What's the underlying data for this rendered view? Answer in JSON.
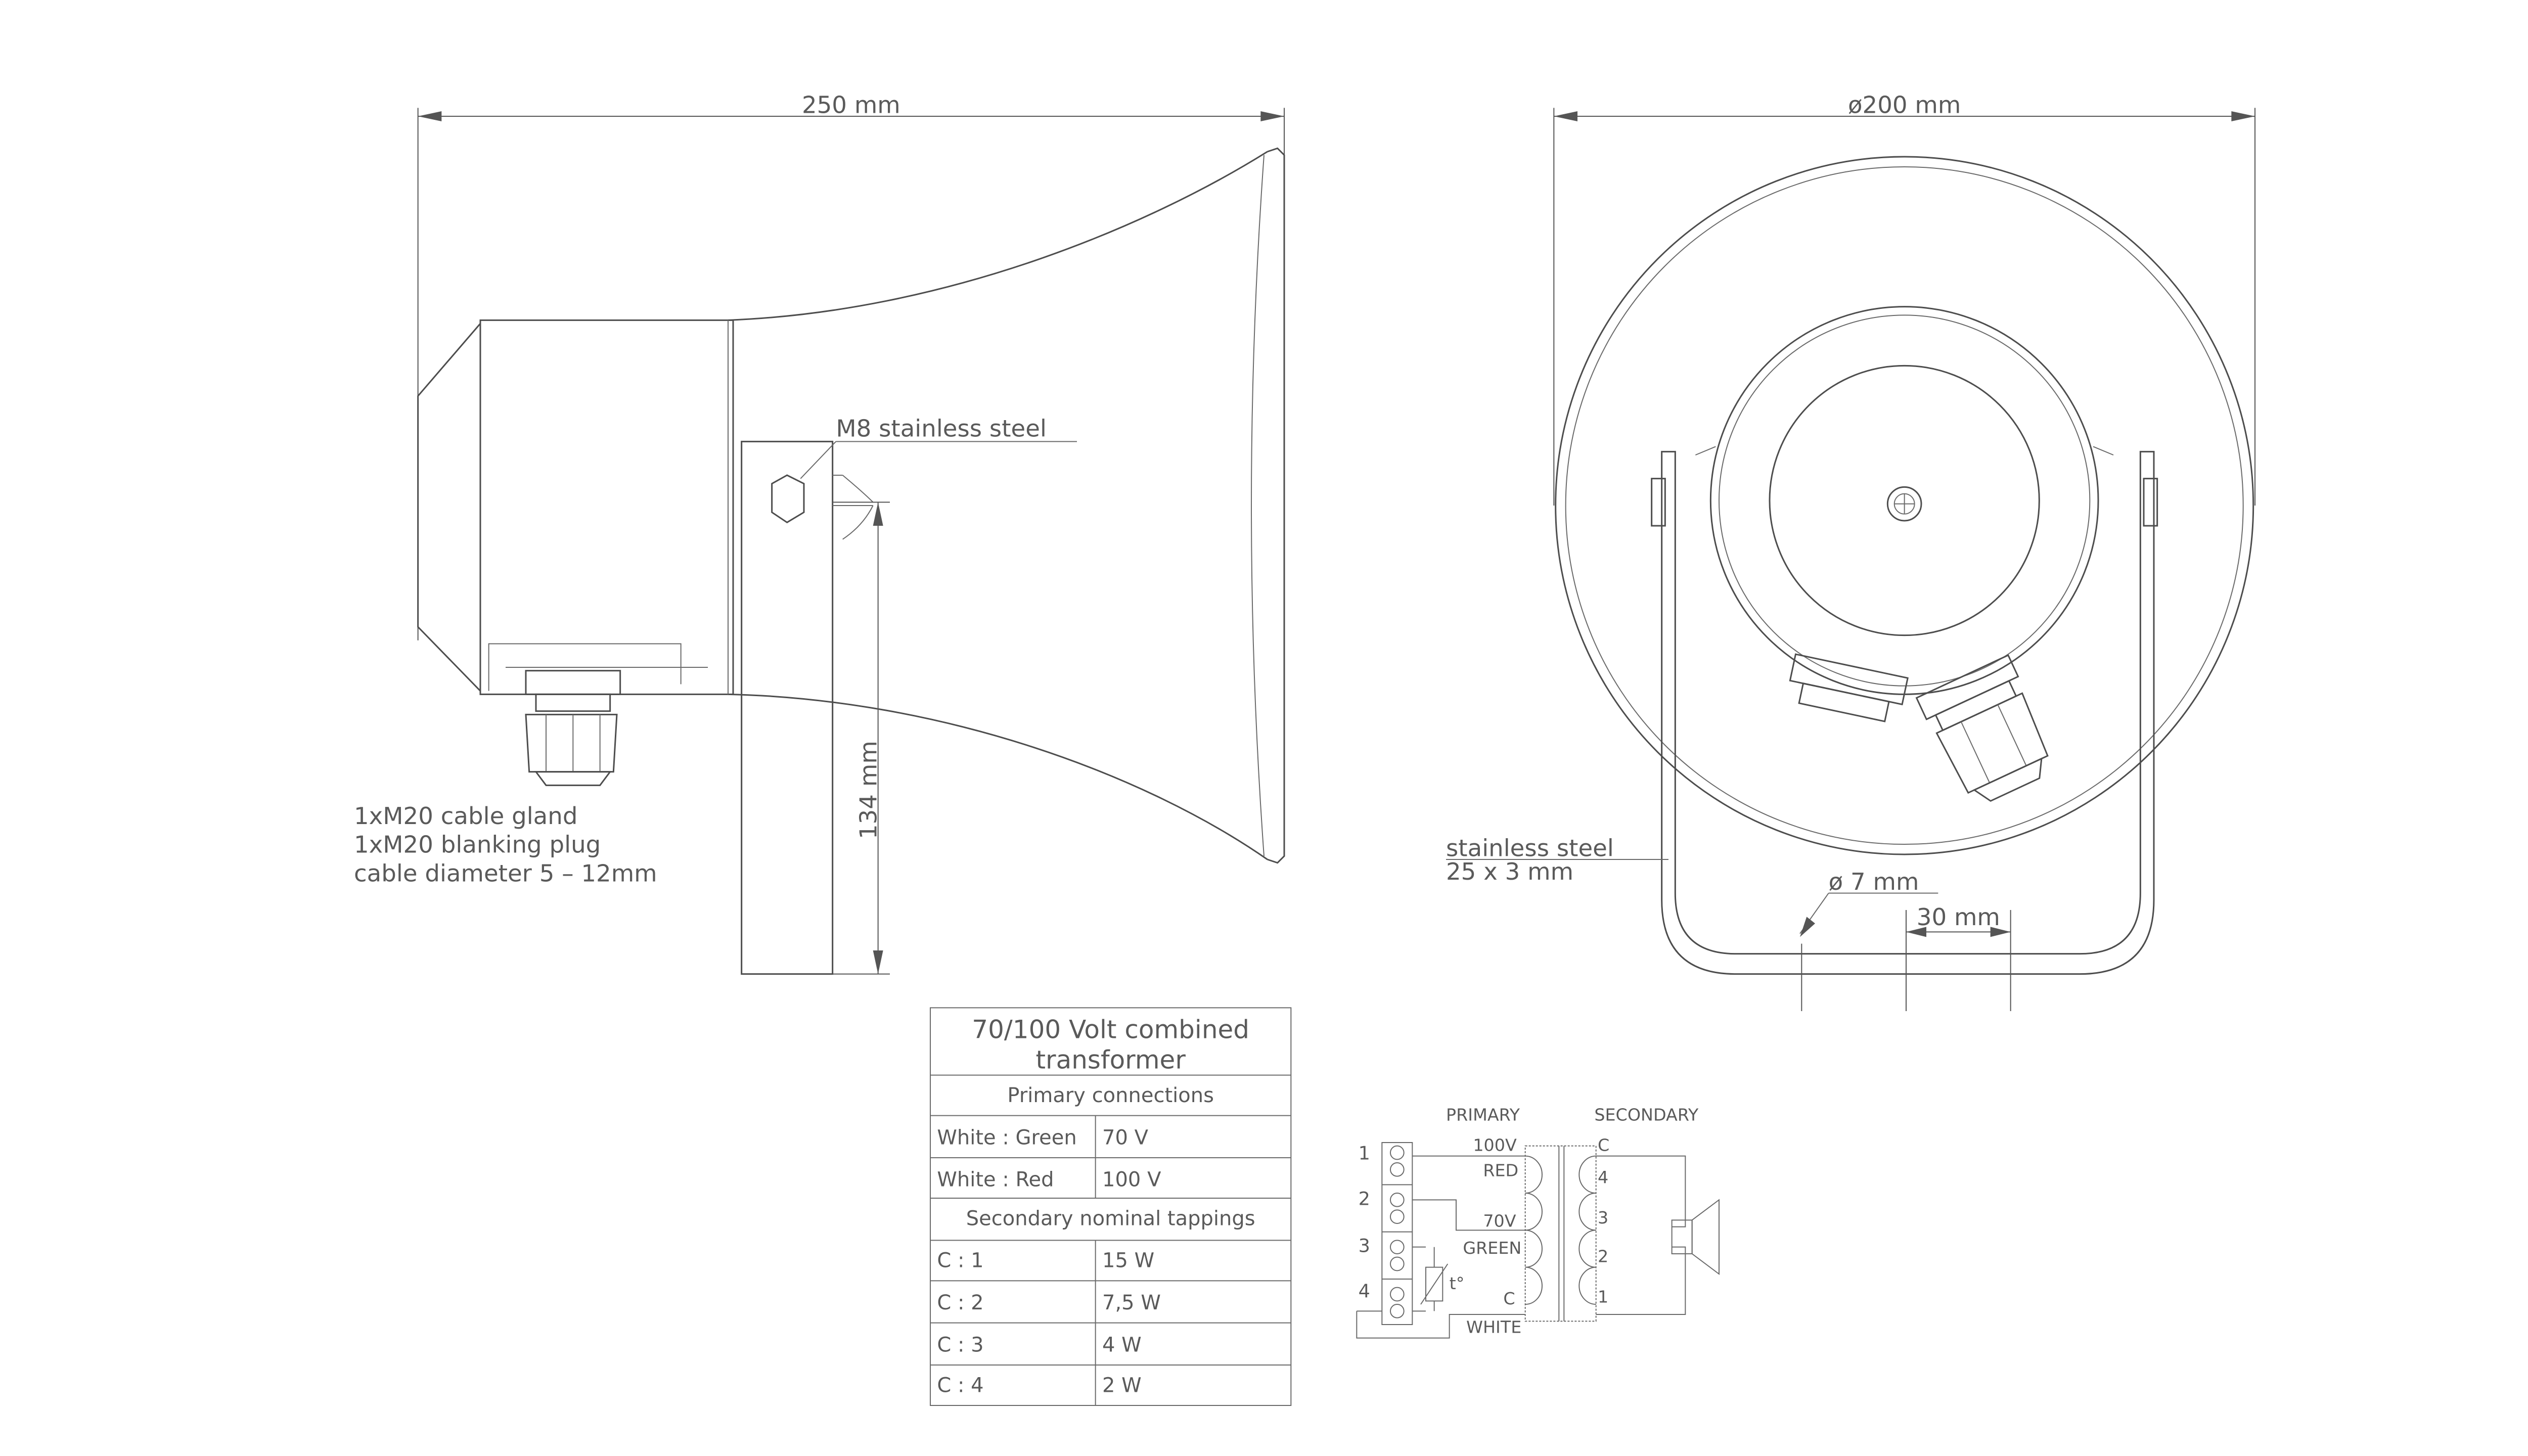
{
  "side_view": {
    "width_dim": "250 mm",
    "bolt_label": "M8 stainless steel",
    "height_dim": "134 mm",
    "gland_lines": [
      "1xM20 cable gland",
      "1xM20 blanking plug",
      "cable diameter 5 – 12mm"
    ]
  },
  "front_view": {
    "diameter_dim": "ø200 mm",
    "bracket_lines": [
      "stainless steel",
      "25 x 3 mm"
    ],
    "hole_dim": "ø 7 mm",
    "spacing_dim": "30 mm"
  },
  "transformer_table": {
    "title_lines": [
      "70/100 Volt combined",
      "transformer"
    ],
    "primary_header": "Primary connections",
    "primary_rows": [
      {
        "connection": "White : Green",
        "value": "70 V"
      },
      {
        "connection": "White : Red",
        "value": "100 V"
      }
    ],
    "secondary_header": "Secondary nominal tappings",
    "secondary_rows": [
      {
        "connection": "C : 1",
        "value": "15 W"
      },
      {
        "connection": "C : 2",
        "value": "7,5 W"
      },
      {
        "connection": "C : 3",
        "value": "4 W"
      },
      {
        "connection": "C : 4",
        "value": "2 W"
      }
    ]
  },
  "schematic": {
    "primary_label": "PRIMARY",
    "secondary_label": "SECONDARY",
    "terminals": [
      "1",
      "2",
      "3",
      "4"
    ],
    "wire_labels": {
      "v100": "100V",
      "red": "RED",
      "v70": "70V",
      "green": "GREEN",
      "c": "C",
      "white": "WHITE"
    },
    "secondary_taps": [
      "C",
      "4",
      "3",
      "2",
      "1"
    ],
    "thermistor": "t°"
  }
}
